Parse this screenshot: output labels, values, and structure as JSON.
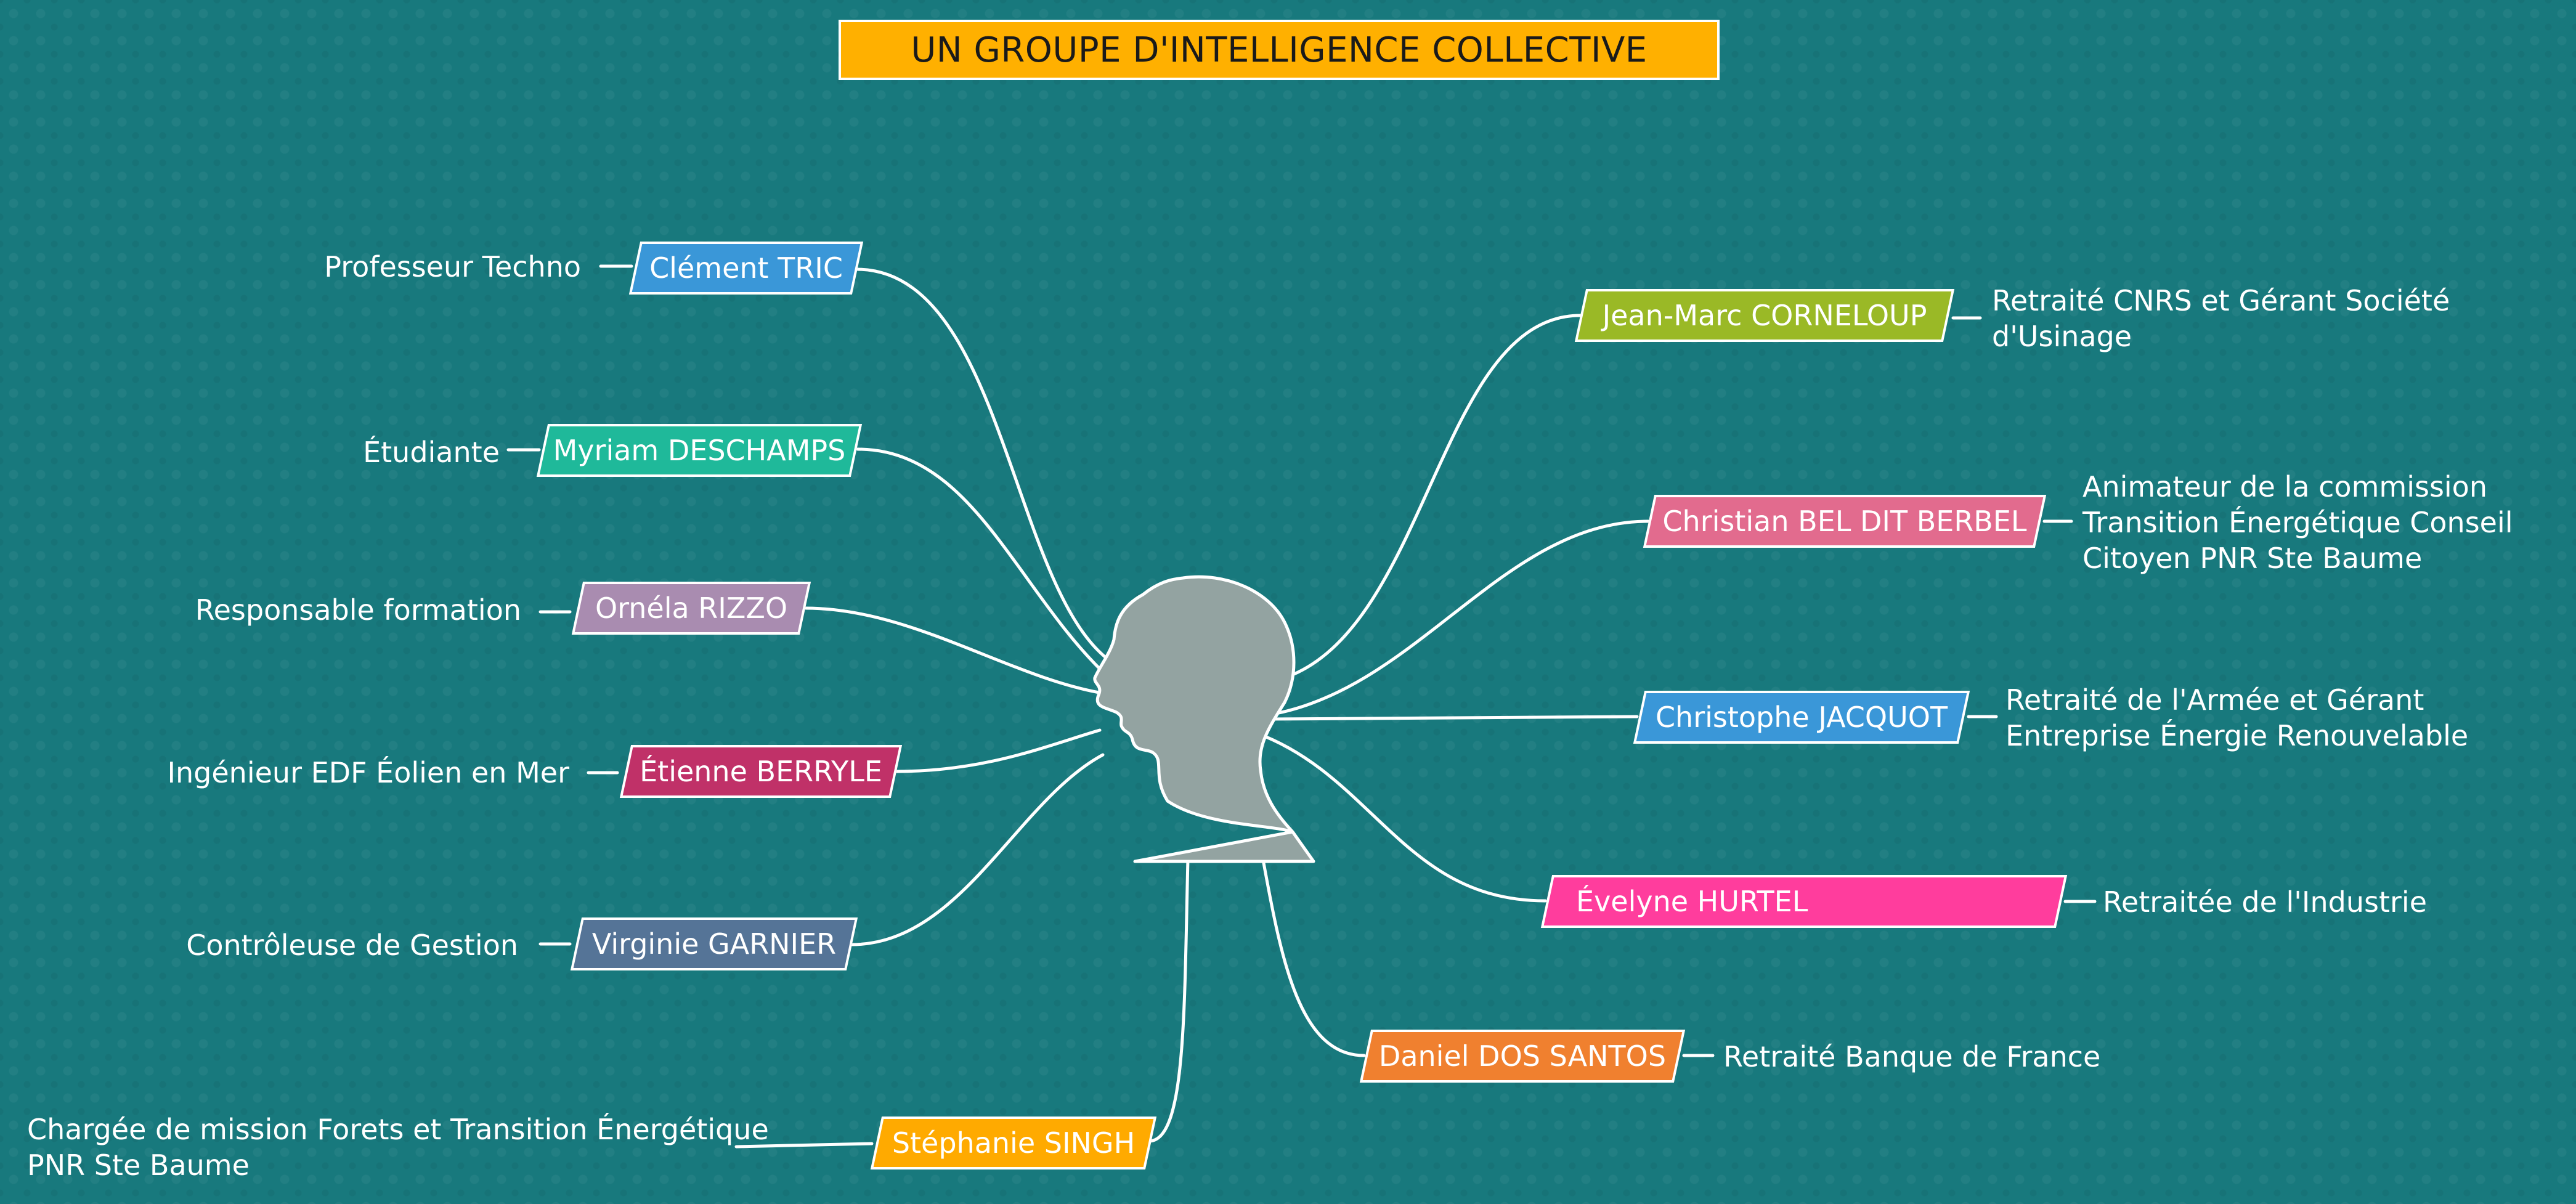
{
  "title": "UN GROUPE D'INTELLIGENCE COLLECTIVE",
  "center": {
    "icon": "human-head-profile-icon",
    "color": "#93a3a1"
  },
  "members": [
    {
      "id": "clement",
      "name": "Clément TRIC",
      "color": "#3a97d8",
      "description": [
        "Professeur Techno"
      ]
    },
    {
      "id": "myriam",
      "name": "Myriam DESCHAMPS",
      "color": "#1fb99a",
      "description": [
        "Étudiante"
      ]
    },
    {
      "id": "ornela",
      "name": "Ornéla RIZZO",
      "color": "#a98cb0",
      "description": [
        "Responsable formation"
      ]
    },
    {
      "id": "etienne",
      "name": "Étienne BERRYLE",
      "color": "#c03168",
      "description": [
        "Ingénieur EDF Éolien en Mer"
      ]
    },
    {
      "id": "virginie",
      "name": "Virginie GARNIER",
      "color": "#557497",
      "description": [
        "Contrôleuse de Gestion"
      ]
    },
    {
      "id": "stephanie",
      "name": "Stéphanie SINGH",
      "color": "#ffaa00",
      "description": [
        "Chargée de mission Forets et Transition Énergétique",
        "PNR Ste Baume"
      ]
    },
    {
      "id": "jeanmarc",
      "name": "Jean-Marc CORNELOUP",
      "color": "#9ab926",
      "description": [
        "Retraité CNRS et Gérant Société",
        "d'Usinage"
      ]
    },
    {
      "id": "christian",
      "name": "Christian BEL DIT BERBEL",
      "color": "#e26b8e",
      "description": [
        "Animateur de la commission",
        "Transition  Énergétique Conseil",
        "Citoyen PNR Ste Baume"
      ]
    },
    {
      "id": "christophe",
      "name": "Christophe JACQUOT",
      "color": "#3a97d8",
      "description": [
        "Retraité de l'Armée et Gérant",
        "Entreprise Énergie Renouvelable"
      ]
    },
    {
      "id": "evelyne",
      "name": "Évelyne HURTEL",
      "color": "#ff3d9d",
      "description": [
        "Retraitée de l'Industrie"
      ]
    },
    {
      "id": "daniel",
      "name": "Daniel DOS SANTOS",
      "color": "#f0802f",
      "description": [
        "Retraité Banque de France"
      ]
    }
  ]
}
